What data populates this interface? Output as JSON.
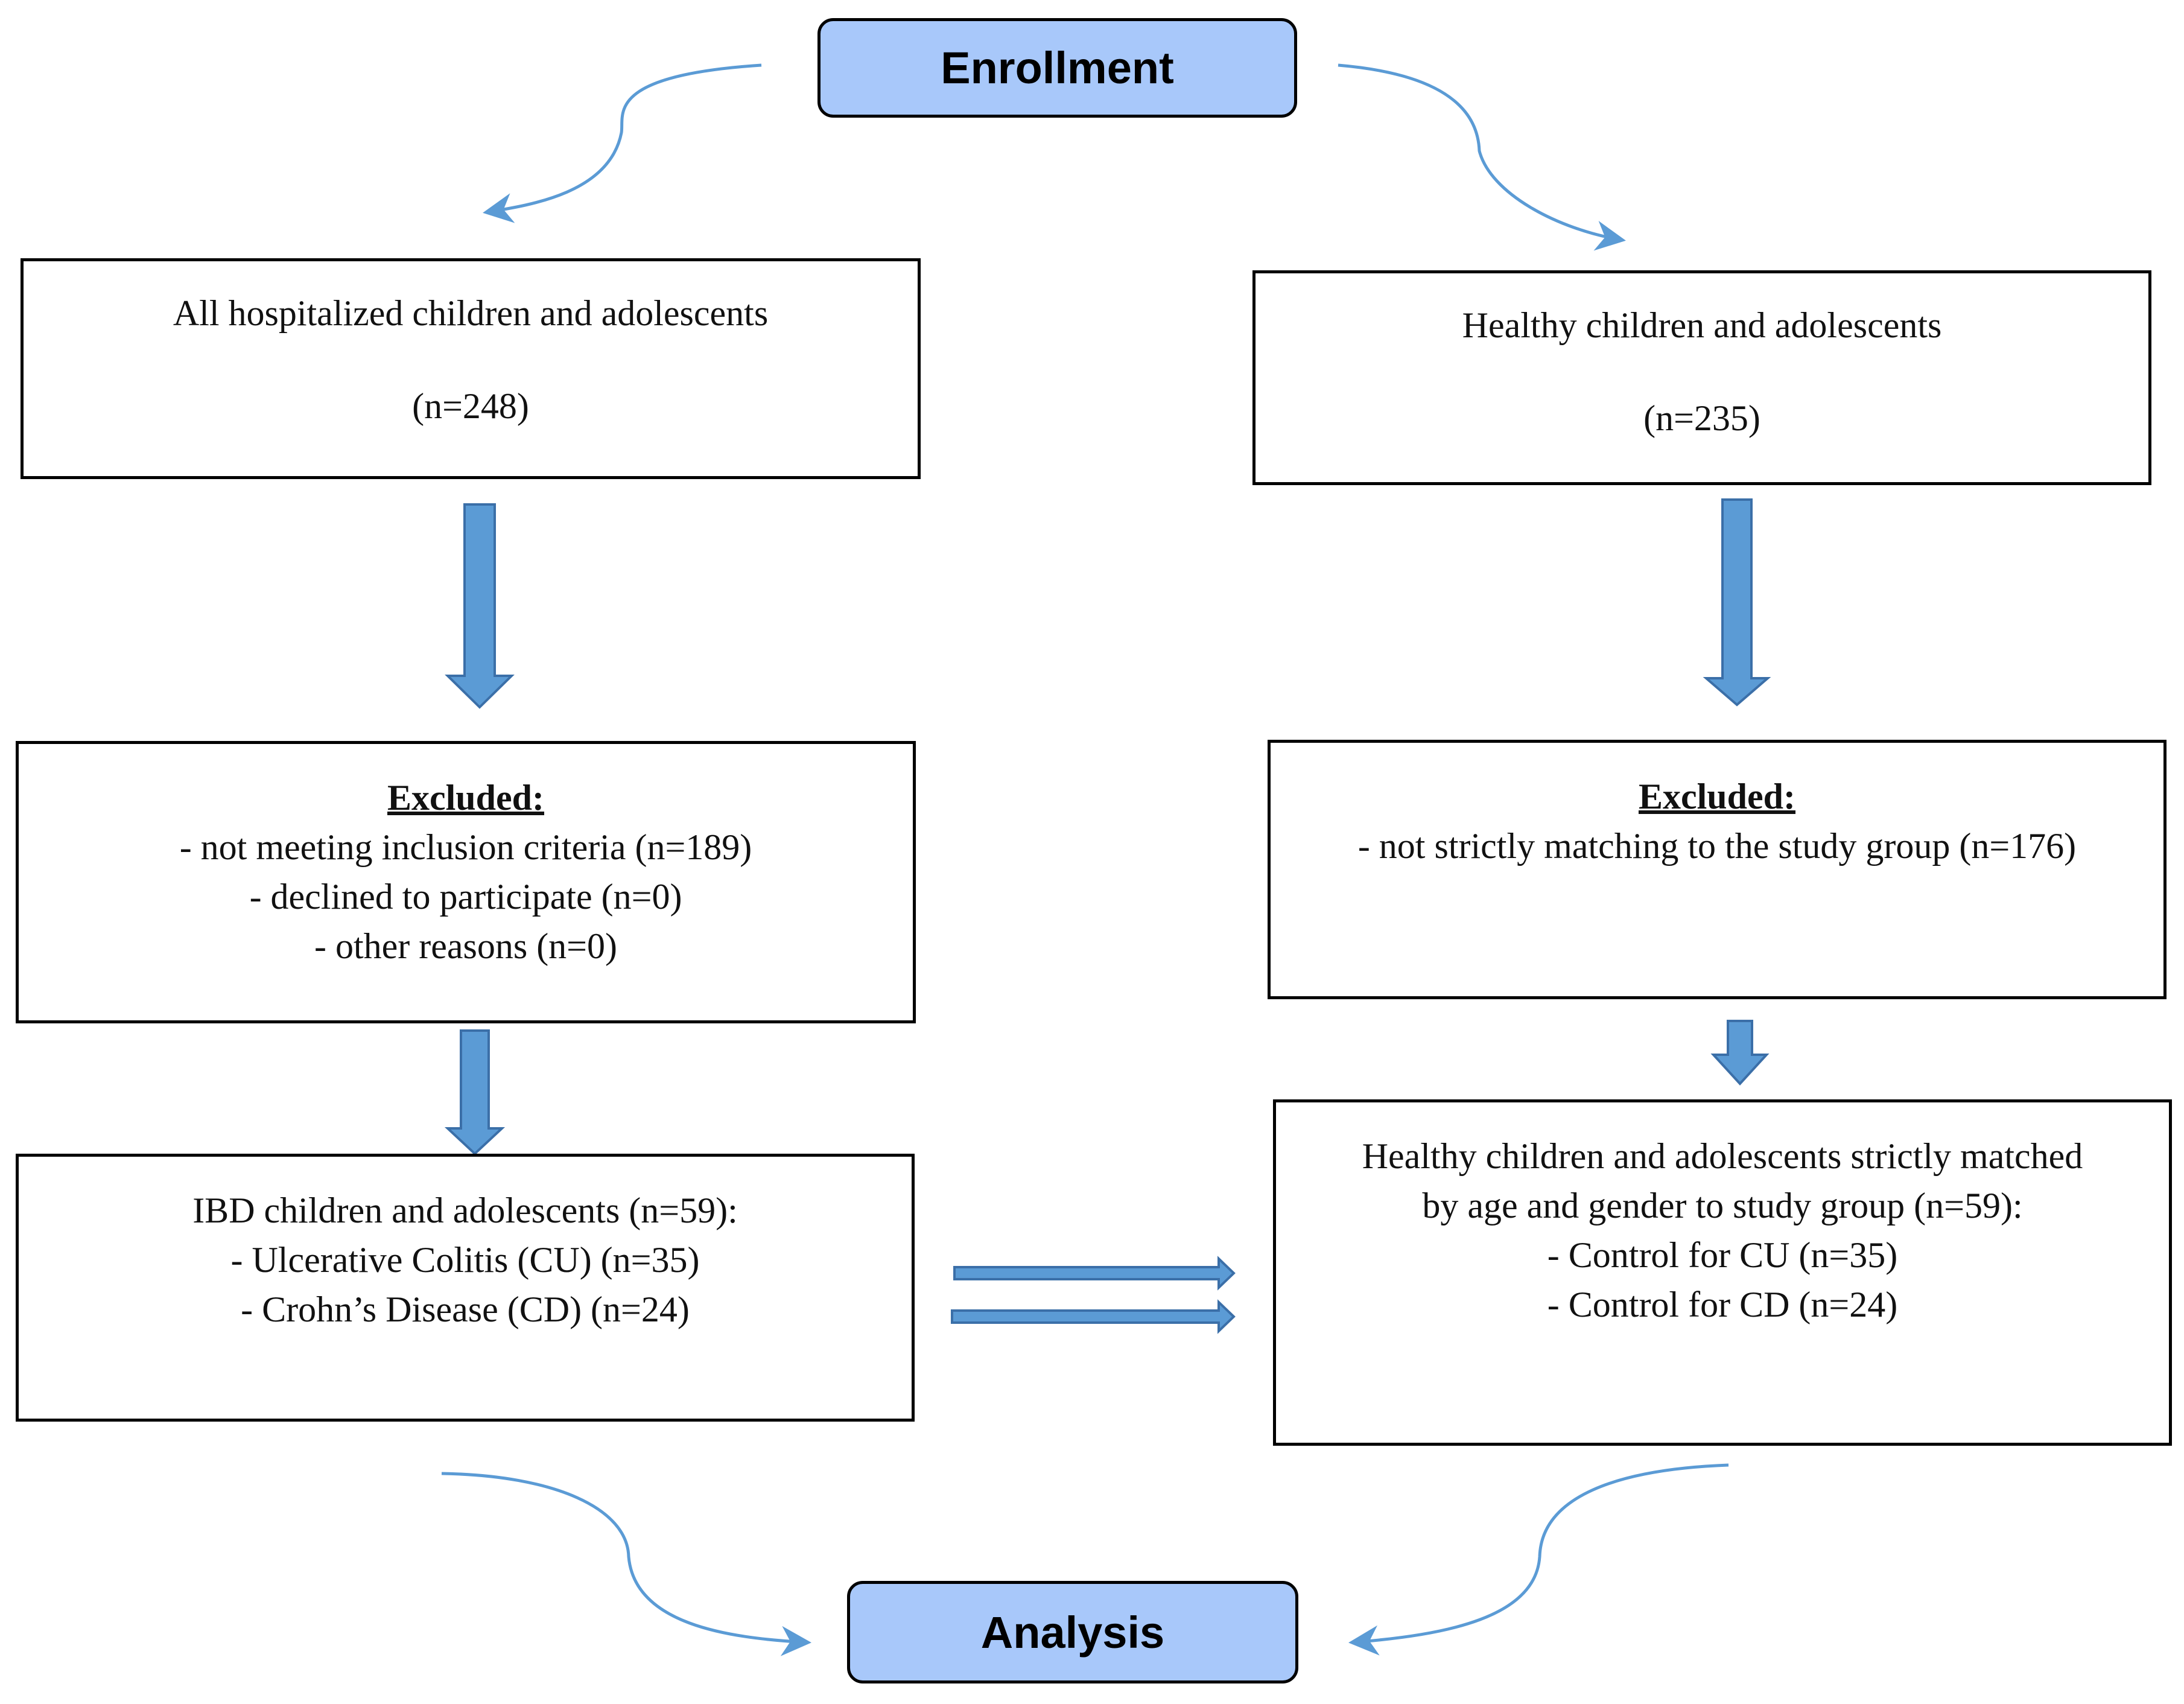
{
  "enrollment": {
    "label": "Enrollment"
  },
  "analysis": {
    "label": "Analysis"
  },
  "left": {
    "initial": {
      "title": "All hospitalized children and adolescents",
      "count": "(n=248)"
    },
    "excluded": {
      "heading": "Excluded:",
      "items": [
        "- not meeting inclusion criteria (n=189)",
        "- declined to participate (n=0)",
        "- other reasons (n=0)"
      ]
    },
    "final": {
      "title": "IBD children and adolescents (n=59):",
      "items": [
        "- Ulcerative Colitis (CU) (n=35)",
        "- Crohn’s Disease (CD) (n=24)"
      ]
    }
  },
  "right": {
    "initial": {
      "title": "Healthy children and adolescents",
      "count": "(n=235)"
    },
    "excluded": {
      "heading": "Excluded:",
      "items": [
        "- not strictly matching to the study group (n=176)"
      ]
    },
    "final": {
      "title_lines": [
        "Healthy children and adolescents strictly matched",
        "by age and gender to study group (n=59):"
      ],
      "items": [
        "- Control for CU (n=35)",
        "- Control for CD (n=24)"
      ]
    }
  },
  "colors": {
    "stage_fill": "#a8c8fa",
    "arrow_fill": "#5b9bd5",
    "arrow_stroke": "#3b6fa8",
    "curve": "#5b9bd5"
  }
}
